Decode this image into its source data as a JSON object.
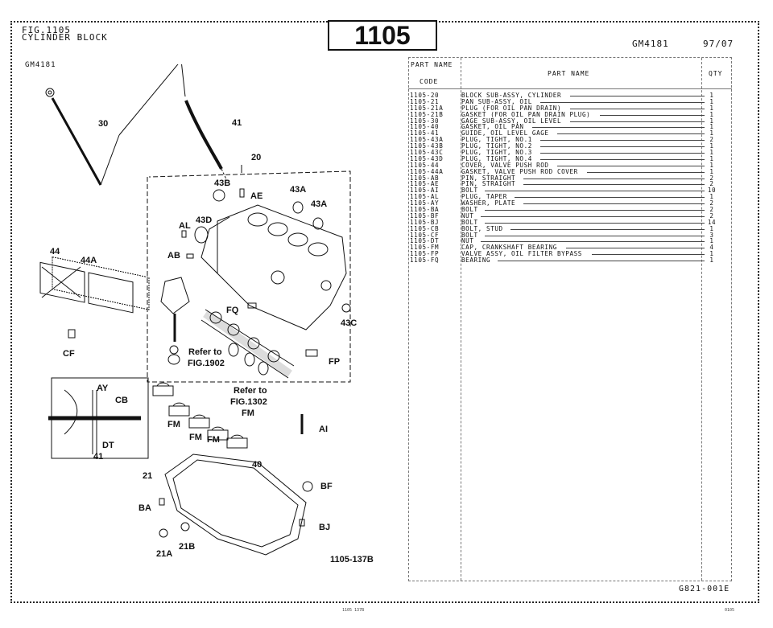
{
  "header": {
    "fig_number": "FIG.1105",
    "fig_title": "CYLINDER BLOCK",
    "section_code": "1105",
    "model_code_left": "GM4181",
    "model_code_right": "GM4181",
    "date": "97/07"
  },
  "table": {
    "headers": {
      "code_line1": "PART NAME",
      "code_line2": "CODE",
      "name": "PART  NAME",
      "qty": "QTY"
    },
    "rows": [
      {
        "code": "1105-20",
        "name": "BLOCK SUB-ASSY, CYLINDER",
        "qty": "1"
      },
      {
        "code": "1105-21",
        "name": "PAN SUB-ASSY, OIL",
        "qty": "1"
      },
      {
        "code": "1105-21A",
        "name": "PLUG (FOR OIL PAN DRAIN)",
        "qty": "1"
      },
      {
        "code": "1105-21B",
        "name": "GASKET (FOR OIL PAN DRAIN PLUG)",
        "qty": "1"
      },
      {
        "code": "1105-30",
        "name": "GAGE SUB-ASSY, OIL LEVEL",
        "qty": "1"
      },
      {
        "code": "1105-40",
        "name": "GASKET, OIL PAN",
        "qty": "1"
      },
      {
        "code": "1105-41",
        "name": "GUIDE, OIL LEVEL GAGE",
        "qty": "1"
      },
      {
        "code": "1105-43A",
        "name": "PLUG, TIGHT, NO.1",
        "qty": "2"
      },
      {
        "code": "1105-43B",
        "name": "PLUG, TIGHT, NO.2",
        "qty": "1"
      },
      {
        "code": "1105-43C",
        "name": "PLUG, TIGHT, NO.3",
        "qty": "1"
      },
      {
        "code": "1105-43D",
        "name": "PLUG, TIGHT, NO.4",
        "qty": "1"
      },
      {
        "code": "1105-44",
        "name": "COVER, VALVE PUSH ROD",
        "qty": "1"
      },
      {
        "code": "1105-44A",
        "name": "GASKET, VALVE PUSH ROD COVER",
        "qty": "1"
      },
      {
        "code": "1105-AB",
        "name": "PIN, STRAIGHT",
        "qty": "2"
      },
      {
        "code": "1105-AE",
        "name": "PIN, STRAIGHT",
        "qty": "2"
      },
      {
        "code": "1105-AI",
        "name": "BOLT",
        "qty": "10"
      },
      {
        "code": "1105-AL",
        "name": "PLUG, TAPER",
        "qty": "1"
      },
      {
        "code": "1105-AY",
        "name": "WASHER, PLATE",
        "qty": "2"
      },
      {
        "code": "1105-BA",
        "name": "BOLT",
        "qty": "2"
      },
      {
        "code": "1105-BF",
        "name": "NUT",
        "qty": "2"
      },
      {
        "code": "1105-BJ",
        "name": "BOLT",
        "qty": "14"
      },
      {
        "code": "1105-CB",
        "name": "BOLT, STUD",
        "qty": "1"
      },
      {
        "code": "1105-CF",
        "name": "BOLT",
        "qty": "3"
      },
      {
        "code": "1105-DT",
        "name": "NUT",
        "qty": "1"
      },
      {
        "code": "1105-FM",
        "name": "CAP, CRANKSHAFT BEARING",
        "qty": "4"
      },
      {
        "code": "1105-FP",
        "name": "VALVE ASSY, OIL FILTER BYPASS",
        "qty": "1"
      },
      {
        "code": "1105-FQ",
        "name": "BEARING",
        "qty": "1"
      }
    ]
  },
  "diagram": {
    "labels": {
      "l30": "30",
      "l41": "41",
      "l20": "20",
      "l43B": "43B",
      "lAE": "AE",
      "l43A_1": "43A",
      "l43A_2": "43A",
      "lAL": "AL",
      "l43D": "43D",
      "lAB": "AB",
      "l44": "44",
      "l44A": "44A",
      "lCF": "CF",
      "lFQ": "FQ",
      "l43C": "43C",
      "lFP": "FP",
      "ref1902_a": "Refer to",
      "ref1902_b": "FIG.1902",
      "ref1302_a": "Refer to",
      "ref1302_b": "FIG.1302",
      "lFM1": "FM",
      "lFM2": "FM",
      "lFM3": "FM",
      "lFM4": "FM",
      "lAI": "AI",
      "inset_AY": "AY",
      "inset_CB": "CB",
      "inset_DT": "DT",
      "inset_41": "41",
      "l21": "21",
      "l40": "40",
      "lBF": "BF",
      "lBA": "BA",
      "lBJ": "BJ",
      "l21A": "21A",
      "l21B": "21B",
      "illustration_no": "1105-137B"
    }
  },
  "footer": {
    "page_code": "G821-001E",
    "small_left": "1105  137B",
    "small_right": "0105"
  }
}
